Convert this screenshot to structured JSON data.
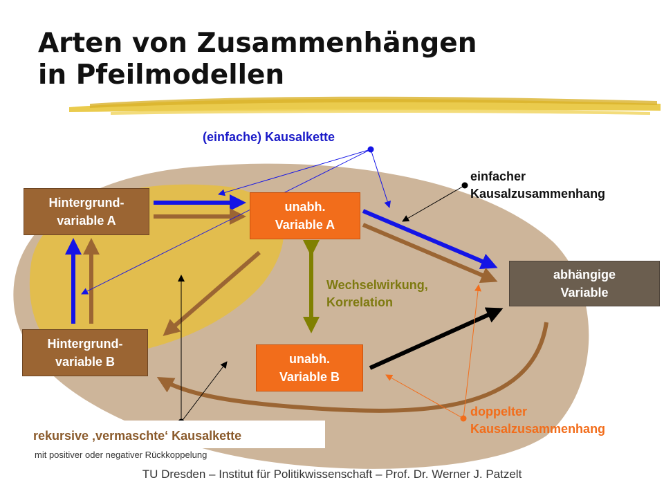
{
  "title": {
    "line1": "Arten von Zusammenhängen",
    "line2": "in Pfeilmodellen"
  },
  "boxes": {
    "hintergrund_a": {
      "line1": "Hintergrund-",
      "line2": "variable A"
    },
    "hintergrund_b": {
      "line1": "Hintergrund-",
      "line2": "variable B"
    },
    "unabh_a": {
      "line1": "unabh.",
      "line2": "Variable A"
    },
    "unabh_b": {
      "line1": "unabh.",
      "line2": "Variable B"
    },
    "abhaengig": {
      "line1": "abhängige",
      "line2": "Variable"
    }
  },
  "labels": {
    "kausalkette": "(einfache) Kausalkette",
    "einfacher_line1": "einfacher",
    "einfacher_line2": "Kausalzusammenhang",
    "wechsel_line1": "Wechselwirkung,",
    "wechsel_line2": "Korrelation",
    "doppelter_line1": "doppelter",
    "doppelter_line2": "Kausalzusammenhang",
    "rekursive": "rekursive ‚vermaschte‘ Kausalkette",
    "rueckkopplung": "mit positiver oder negativer Rückkoppelung"
  },
  "footer": "TU Dresden – Institut für Politikwissenschaft – Prof. Dr. Werner J. Patzelt",
  "colors": {
    "blob_outer": "#cdb59a",
    "blob_inner": "#e2bd4e",
    "brush": "#e8c53a",
    "arrow_blue": "#1414e6",
    "arrow_brown": "#9b6533",
    "arrow_olive": "#808000",
    "arrow_black": "#000000",
    "arrow_orange": "#f26d1b",
    "box_background_variable": "#9b6533",
    "box_independent": "#f26d1b",
    "box_dependent": "#6b5e4f"
  }
}
